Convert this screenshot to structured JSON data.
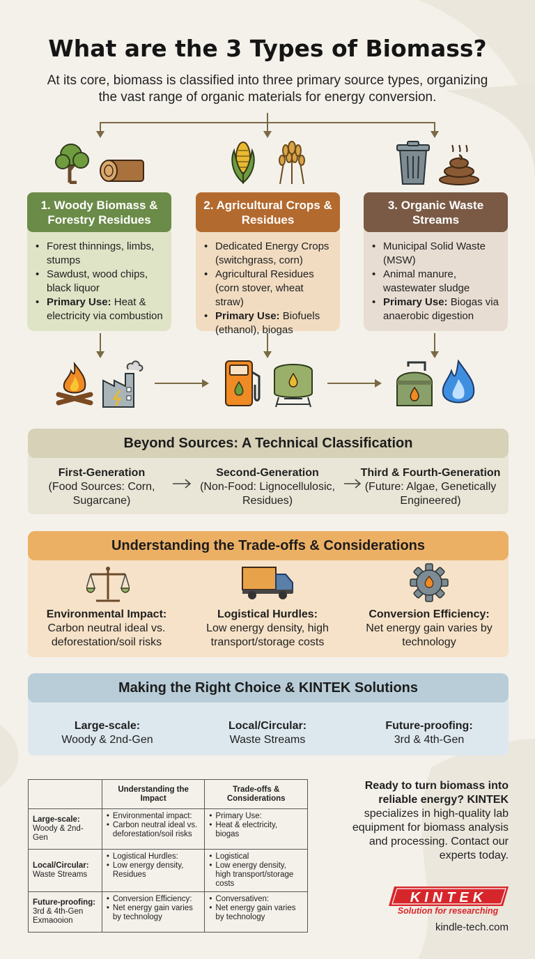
{
  "header": {
    "title": "What are the 3 Types of Biomass?",
    "subtitle": "At its core, biomass is classified into three primary source types, organizing the vast range of organic materials for energy conversion."
  },
  "colors": {
    "woody": "#6b8b48",
    "agri": "#b36a2f",
    "waste": "#7a5a45",
    "band_technical": "#d6d1b7",
    "band_tradeoffs": "#ecb065",
    "band_choice": "#b8cdd8",
    "kintek_red": "#d7262b"
  },
  "categories": [
    {
      "title": "1. Woody Biomass & Forestry Residues",
      "items": [
        {
          "text": "Forest thinnings, limbs, stumps"
        },
        {
          "text": "Sawdust, wood chips, black liquor"
        },
        {
          "label": "Primary Use:",
          "text": " Heat & electricity via combustion"
        }
      ],
      "icons": [
        "tree-icon",
        "log-icon"
      ],
      "use_icons": [
        "campfire-icon",
        "power-plant-icon"
      ]
    },
    {
      "title": "2. Agricultural Crops & Residues",
      "items": [
        {
          "text": "Dedicated Energy Crops (switchgrass, corn)"
        },
        {
          "text": "Agricultural Residues (corn stover, wheat straw)"
        },
        {
          "label": "Primary Use:",
          "text": " Biofuels (ethanol), biogas"
        }
      ],
      "icons": [
        "corn-icon",
        "wheat-icon"
      ],
      "use_icons": [
        "fuel-pump-icon",
        "biofuel-tank-icon"
      ]
    },
    {
      "title": "3. Organic Waste Streams",
      "items": [
        {
          "text": "Municipal Solid Waste (MSW)"
        },
        {
          "text": "Animal manure, wastewater sludge"
        },
        {
          "label": "Primary Use:",
          "text": " Biogas via anaerobic digestion"
        }
      ],
      "icons": [
        "trash-can-icon",
        "manure-icon"
      ],
      "use_icons": [
        "digester-icon",
        "gas-flame-icon"
      ]
    }
  ],
  "technical": {
    "title": "Beyond Sources: A Technical Classification",
    "generations": [
      {
        "name": "First-Generation",
        "desc": "(Food Sources: Corn, Sugarcane)"
      },
      {
        "name": "Second-Generation",
        "desc": "(Non-Food: Lignocellulosic, Residues)"
      },
      {
        "name": "Third & Fourth-Generation",
        "desc": "(Future: Algae, Genetically Engineered)"
      }
    ]
  },
  "tradeoffs": {
    "title": "Understanding the Trade-offs & Considerations",
    "items": [
      {
        "name": "Environmental Impact:",
        "desc": "Carbon neutral ideal vs. deforestation/soil risks",
        "icon": "scales-icon"
      },
      {
        "name": "Logistical Hurdles:",
        "desc": "Low energy density, high transport/storage costs",
        "icon": "truck-icon"
      },
      {
        "name": "Conversion Efficiency:",
        "desc": "Net energy gain varies by technology",
        "icon": "gear-icon"
      }
    ]
  },
  "choice": {
    "title": "Making the Right Choice & KINTEK Solutions",
    "items": [
      {
        "name": "Large-scale:",
        "desc": "Woody & 2nd-Gen"
      },
      {
        "name": "Local/Circular:",
        "desc": "Waste Streams"
      },
      {
        "name": "Future-proofing:",
        "desc": "3rd & 4th-Gen"
      }
    ]
  },
  "summary_table": {
    "headers": [
      "",
      "Understanding the Impact",
      "Trade-offs & Considerations"
    ],
    "rows": [
      {
        "label": "Large-scale:",
        "sub": "Woody & 2nd-Gen",
        "extra": "",
        "impact": [
          "Environmental impact:",
          "Carbon neutral ideal vs. deforestation/soil risks"
        ],
        "trade": [
          "Primary Use:",
          "Heat & electricity, biogas"
        ]
      },
      {
        "label": "Local/Circular:",
        "sub": "Waste Streams",
        "extra": "",
        "impact": [
          "Logistical Hurdles:",
          "Low energy density, Residues"
        ],
        "trade": [
          "Logistical",
          "Low energy density, high transport/storage costs"
        ]
      },
      {
        "label": "Future-proofing:",
        "sub": "3rd & 4th-Gen",
        "extra": "Exmaooion",
        "impact": [
          "Conversion Efficiency:",
          "Net energy gain varies by technology"
        ],
        "trade": [
          "Conversativen:",
          "Net energy gain varies by technology"
        ]
      }
    ]
  },
  "cta": {
    "bold": "Ready to turn biomass into reliable energy? KINTEK",
    "text": " specializes in high-quality lab equipment for biomass analysis and processing. Contact our experts today."
  },
  "brand": {
    "name": "KINTEK",
    "tagline": "Solution for researching",
    "url": "kindle-tech.com"
  }
}
